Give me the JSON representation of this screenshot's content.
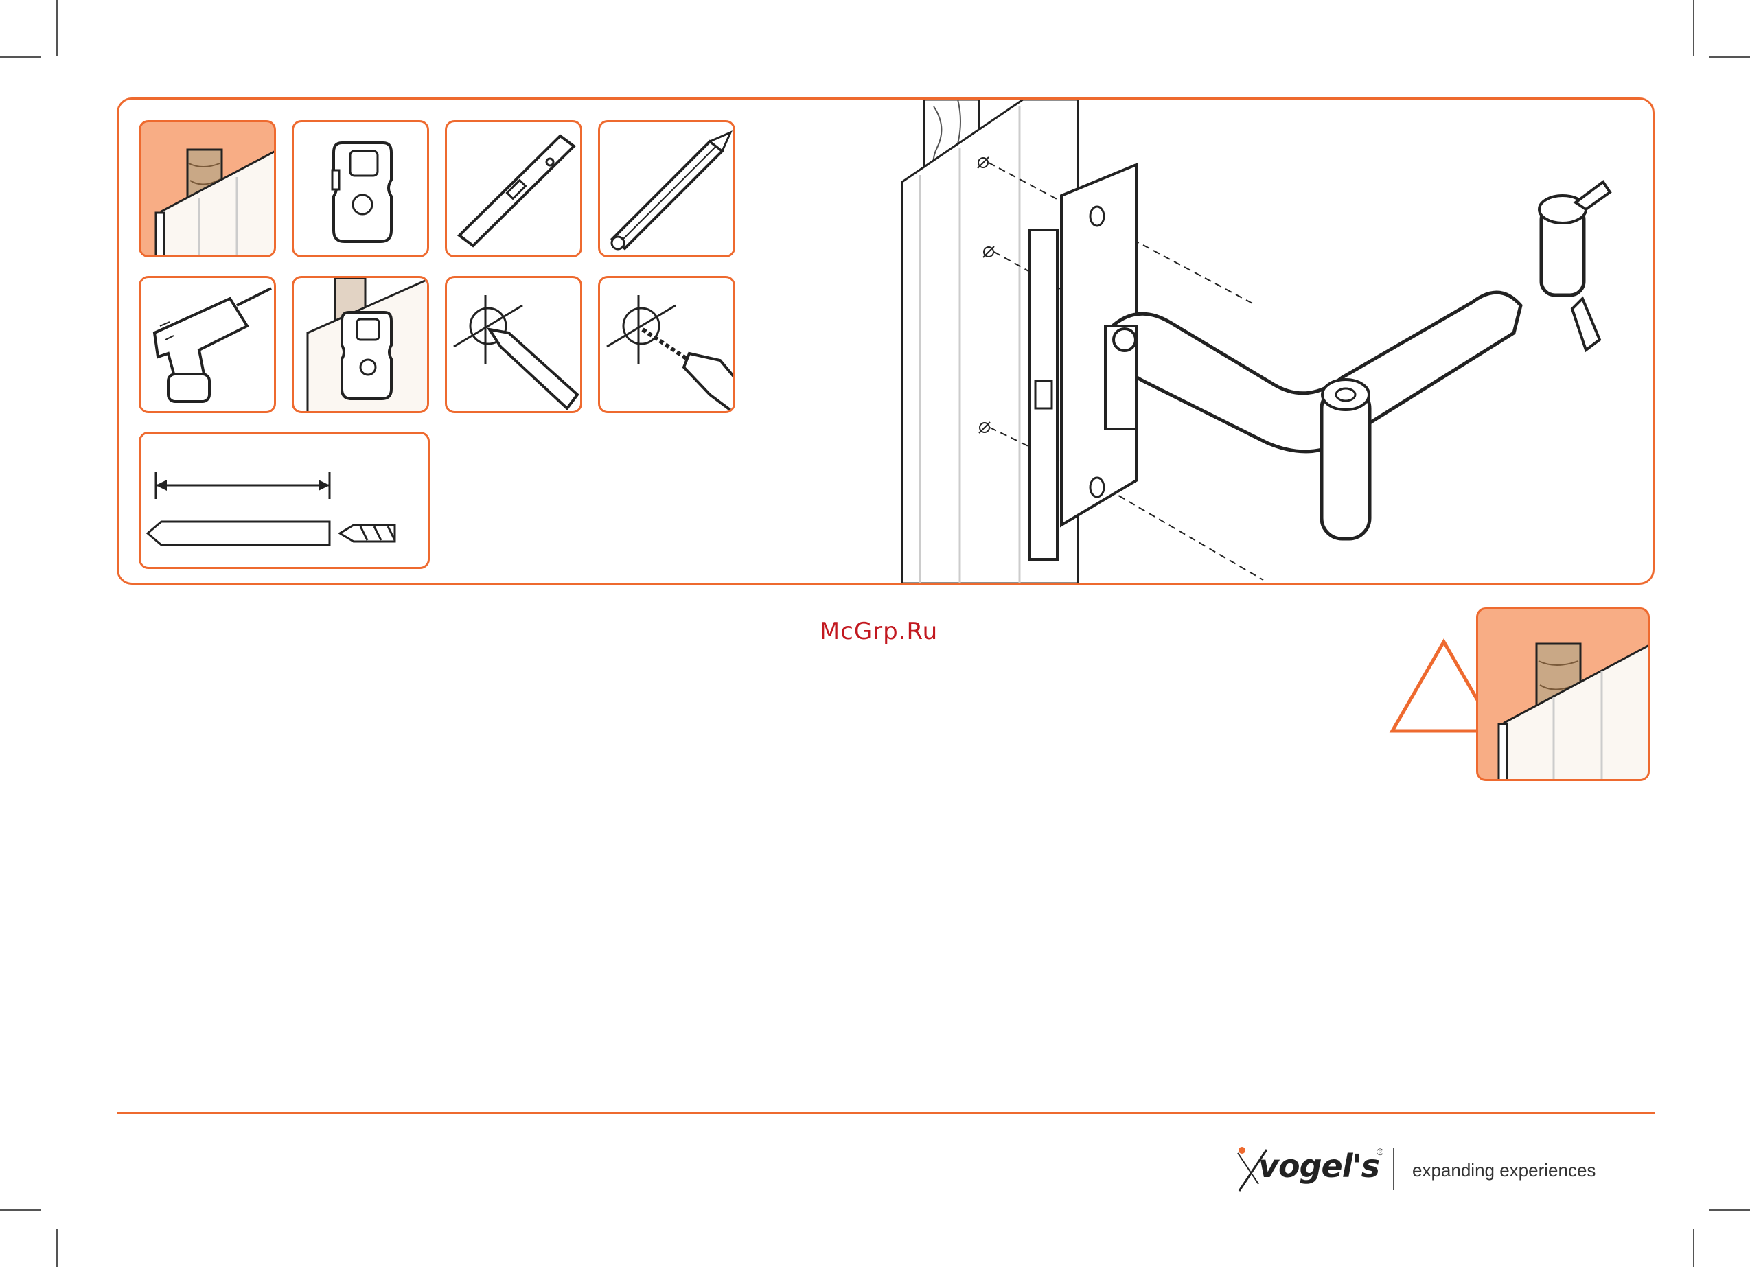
{
  "watermark": "McGrp.Ru",
  "brand": {
    "name": "vogel's",
    "registered_mark": "®",
    "tagline": "expanding experiences",
    "accent_color": "#ee6a2f",
    "fill_color": "#f8ad85",
    "watermark_color": "#c2181f"
  },
  "tools": [
    {
      "icon": "wood-stud-wall-icon",
      "highlighted": true
    },
    {
      "icon": "stud-detector-icon"
    },
    {
      "icon": "spirit-level-icon"
    },
    {
      "icon": "pencil-icon"
    },
    {
      "icon": "power-drill-icon"
    },
    {
      "icon": "stud-scan-on-wall-icon"
    },
    {
      "icon": "mark-hole-with-pencil-icon"
    },
    {
      "icon": "drill-hole-icon"
    },
    {
      "icon": "drill-bit-length-icon"
    }
  ],
  "main_illustration": {
    "icon": "wall-arm-mount-install-icon"
  },
  "warning": {
    "icon": "warning-triangle-icon",
    "related_icon": "wood-stud-wall-icon"
  }
}
